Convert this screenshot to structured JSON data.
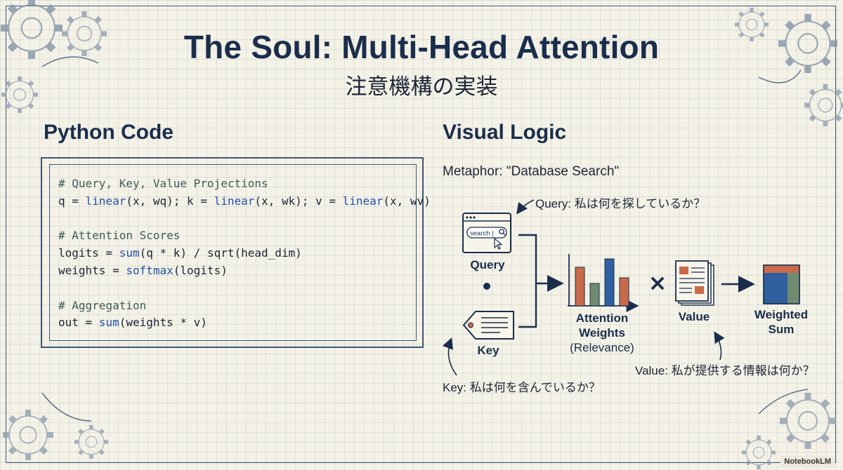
{
  "header": {
    "title": "The Soul: Multi-Head Attention",
    "subtitle": "注意機構の実装"
  },
  "left": {
    "heading": "Python Code",
    "code": {
      "comment_projections": "# Query, Key, Value Projections",
      "line_qkv": {
        "q_prefix": "q = ",
        "fn": "linear",
        "q_args": "(x, wq); k = ",
        "k_args": "(x, wk); v = ",
        "v_args": "(x, wv)"
      },
      "comment_scores": "# Attention Scores",
      "line_logits": {
        "prefix": "logits = ",
        "fn": "sum",
        "rest": "(q * k) / sqrt(head_dim)"
      },
      "line_weights": {
        "prefix": "weights = ",
        "fn": "softmax",
        "rest": "(logits)"
      },
      "comment_aggregation": "# Aggregation",
      "line_out": {
        "prefix": "out = ",
        "fn": "sum",
        "rest": "(weights * v)"
      }
    }
  },
  "right": {
    "heading": "Visual Logic",
    "metaphor": "Metaphor: \"Database Search\"",
    "query_note": "Query: 私は何を探しているか？",
    "search_box_text": "search |",
    "query_label": "Query",
    "dot_operator": "•",
    "key_label": "Key",
    "key_note": "Key: 私は何を含んでいるか？",
    "attention_label_line1": "Attention",
    "attention_label_line2": "Weights",
    "attention_label_line3": "(Relevance)",
    "times_operator": "×",
    "value_label": "Value",
    "value_note": "Value: 私が提供する情報は何か？",
    "sum_label_line1": "Weighted",
    "sum_label_line2": "Sum"
  },
  "footer": {
    "badge": "NotebookLM"
  },
  "colors": {
    "navy": "#1a2e4c",
    "bar_orange": "#c96a4b",
    "bar_green": "#6f8c70",
    "bar_blue": "#2f5f9e",
    "code_fn": "#2451a6"
  },
  "icons": [
    "gear-icon",
    "search-window-icon",
    "magnifier-icon",
    "cursor-icon",
    "tag-icon",
    "document-icon",
    "bar-chart-icon",
    "weighted-sum-icon",
    "arrow-icon"
  ]
}
